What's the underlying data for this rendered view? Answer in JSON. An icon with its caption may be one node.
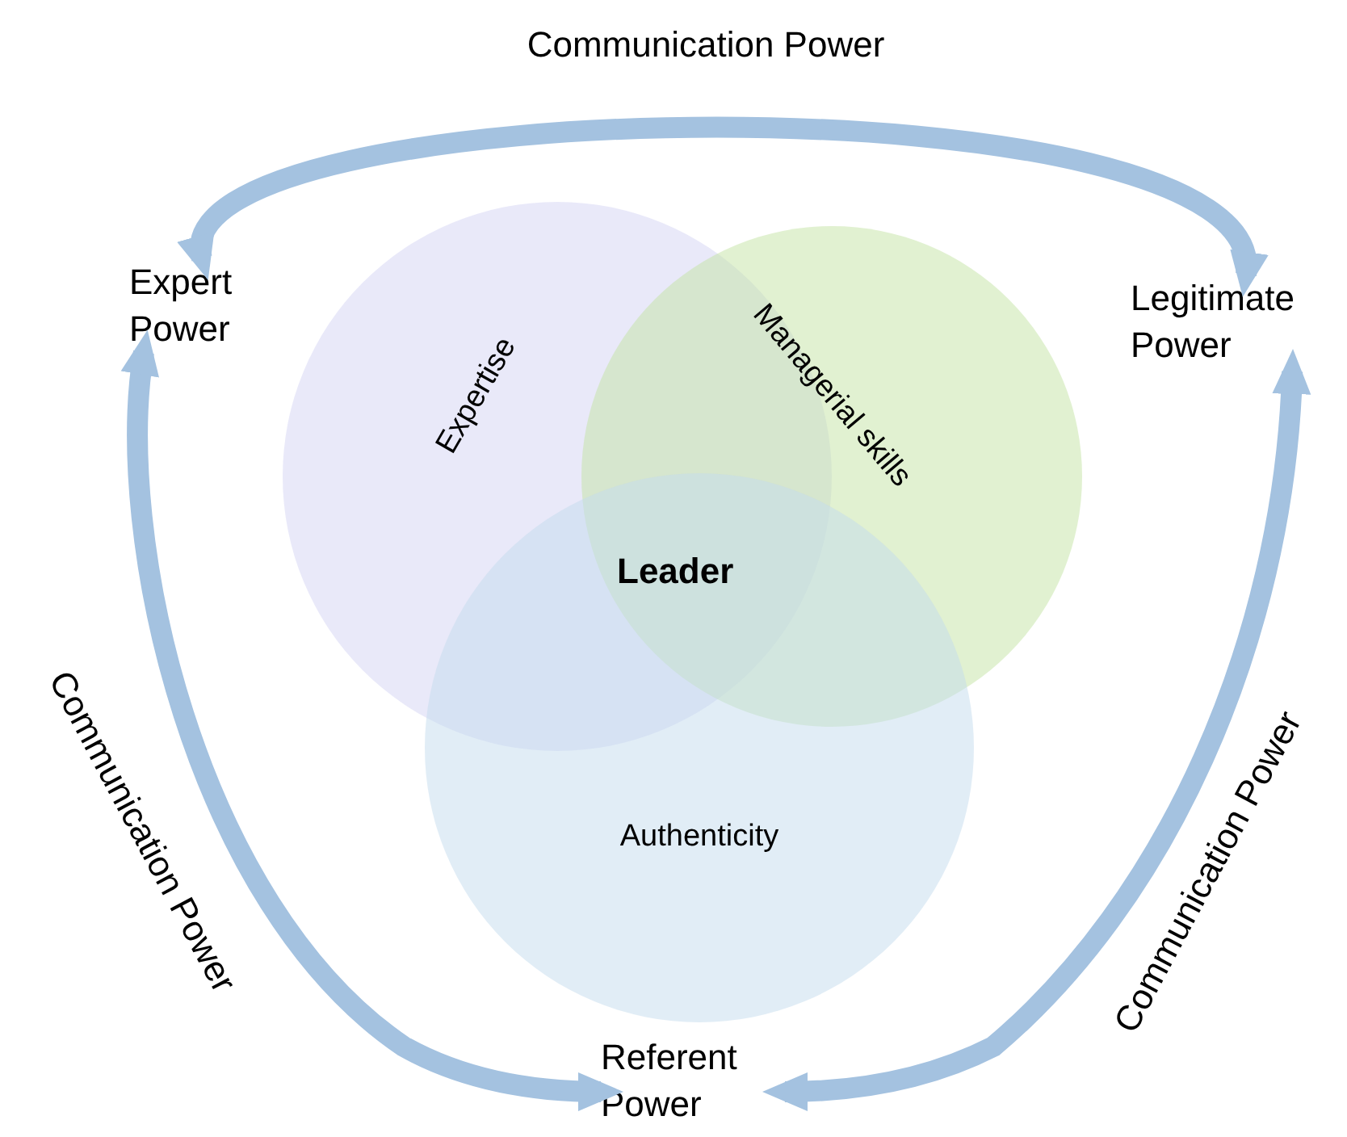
{
  "diagram": {
    "nodes": [
      {
        "text": [
          "Expert Power"
        ]
      },
      {
        "text": [
          "Legitimate Power"
        ]
      },
      {
        "text": [
          "Referent Power"
        ]
      },
      {
        "text": [
          "Expertise"
        ]
      },
      {
        "text": [
          "Managerial skills"
        ]
      },
      {
        "text": [
          "Authenticity"
        ]
      }
    ],
    "edges": [
      {
        "from": 0,
        "to": 1,
        "arrow": "both",
        "label": "Communication Power"
      },
      {
        "from": 0,
        "to": 2,
        "arrow": "both",
        "label": "Communication Power"
      },
      {
        "from": 1,
        "to": 2,
        "arrow": "both",
        "label": "Communication Power"
      }
    ],
    "labels": [
      "Leader"
    ]
  }
}
